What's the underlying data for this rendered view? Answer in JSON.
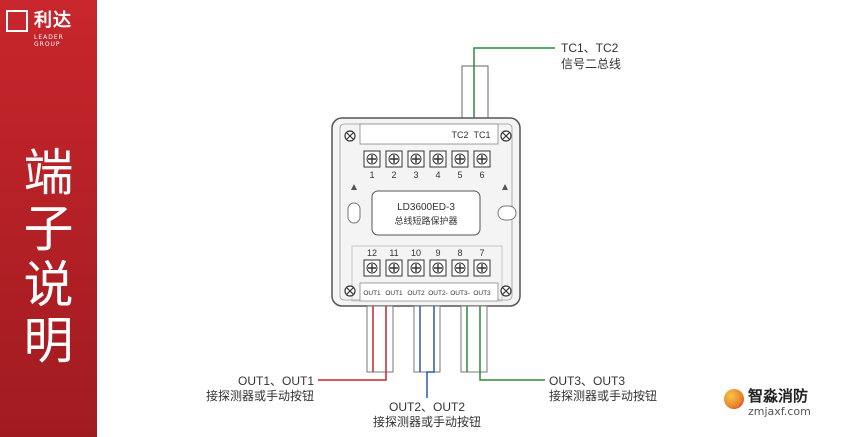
{
  "logo": {
    "main": "利达",
    "sub": "LEADER GROUP"
  },
  "sidebar": {
    "title_chars": [
      "端",
      "子",
      "说",
      "明"
    ]
  },
  "device": {
    "model": "LD3600ED-3",
    "name": "总线短路保护器",
    "top_terminal_labels": [
      "TC2",
      "TC1"
    ],
    "top_terminal_numbers": [
      "1",
      "2",
      "3",
      "4",
      "5",
      "6"
    ],
    "bottom_terminal_numbers": [
      "12",
      "11",
      "10",
      "9",
      "8",
      "7"
    ],
    "bottom_terminal_labels": [
      "OUT1",
      "OUT1",
      "OUT2",
      "OUT2-",
      "OUT3-",
      "OUT3"
    ]
  },
  "callouts": {
    "tc": {
      "line1": "TC1、TC2",
      "line2": "信号二总线"
    },
    "out1": {
      "line1": "OUT1、OUT1",
      "line2": "接探测器或手动按钮"
    },
    "out2": {
      "line1": "OUT2、OUT2",
      "line2": "接探测器或手动按钮"
    },
    "out3": {
      "line1": "OUT3、OUT3",
      "line2": "接探测器或手动按钮"
    }
  },
  "watermark": {
    "name": "智淼消防",
    "url": "zmjaxf.com"
  },
  "colors": {
    "brand_red": "#c8262c",
    "wire_red": "#c0272d",
    "wire_blue": "#2a5caa",
    "wire_green": "#2e8b3d"
  }
}
